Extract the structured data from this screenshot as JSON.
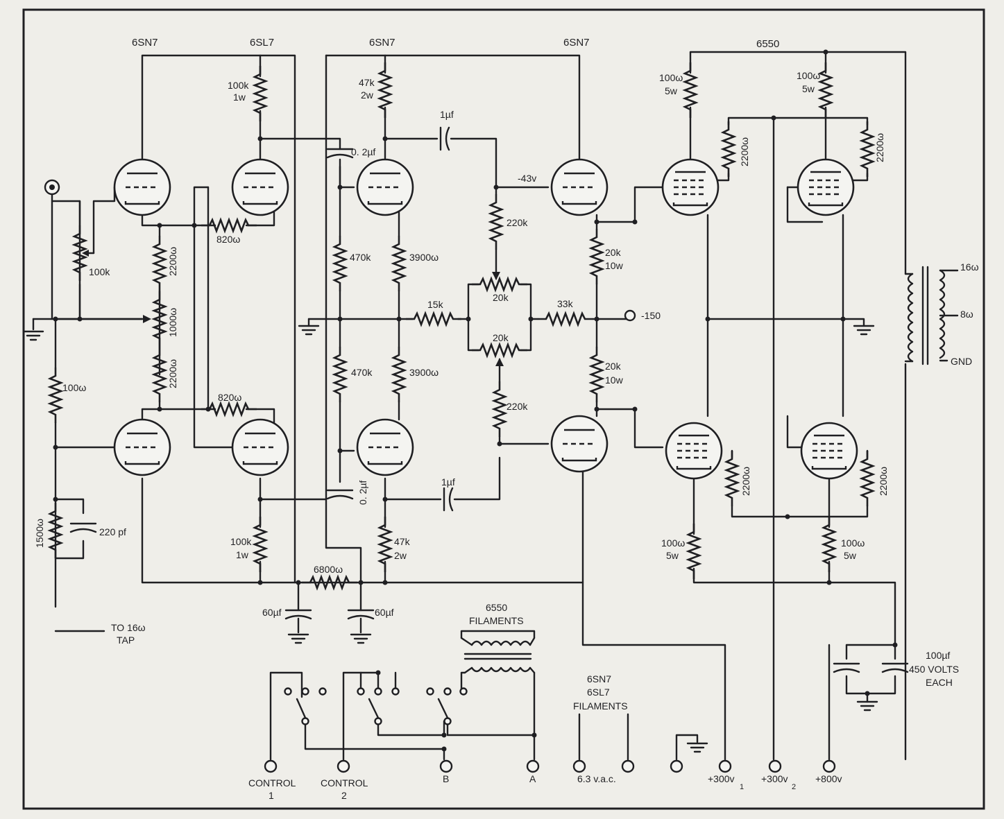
{
  "tubes": {
    "t1": "6SN7",
    "t2": "6SL7",
    "t3": "6SN7",
    "t4": "6SN7",
    "t5": "6550"
  },
  "components": {
    "r_100k_1w_a": [
      "100k",
      "1w"
    ],
    "r_47k_2w_a": [
      "47k",
      "2w"
    ],
    "c_1uf_a": "1µf",
    "c_02uf_a": "0. 2µf",
    "v_minus43": "-43v",
    "r_100w_5w_a": [
      "100ω",
      "5w"
    ],
    "r_100w_5w_b": [
      "100ω",
      "5w"
    ],
    "r_2200_a": "2200ω",
    "r_2200_b": "2200ω",
    "pot_100k": "100k",
    "r_820_a": "820ω",
    "r_2200_c": "2200ω",
    "r_1000": "1000ω",
    "r_2200_d": "2200ω",
    "r_820_b": "820ω",
    "r_100": "100ω",
    "r_470k_a": "470k",
    "r_3900_a": "3900ω",
    "r_470k_b": "470k",
    "r_3900_b": "3900ω",
    "r_220k_a": "220k",
    "r_15k": "15k",
    "pot_20k_a": "20k",
    "pot_20k_b": "20k",
    "r_33k": "33k",
    "r_220k_b": "220k",
    "r_20k_10w_a": [
      "20k",
      "10w"
    ],
    "r_20k_10w_b": [
      "20k",
      "10w"
    ],
    "v_minus150": "-150",
    "out_16": "16ω",
    "out_8": "8ω",
    "out_gnd": "GND",
    "r_1500": "1500ω",
    "c_220pf": "220 pf",
    "to_16_tap": [
      "TO 16ω",
      "TAP"
    ],
    "c_02uf_b": "0. 2µf",
    "c_1uf_b": "1µf",
    "r_100k_1w_b": [
      "100k",
      "1w"
    ],
    "r_47k_2w_b": [
      "47k",
      "2w"
    ],
    "r_6800": "6800ω",
    "c_60uf_a": "60µf",
    "c_60uf_b": "60µf",
    "r_2200_e": "2200ω",
    "r_2200_f": "2200ω",
    "r_100w_5w_c": [
      "100ω",
      "5w"
    ],
    "r_100w_5w_d": [
      "100ω",
      "5w"
    ],
    "fil_6550": [
      "6550",
      "FILAMENTS"
    ],
    "fil_6sn7": [
      "6SN7",
      "6SL7",
      "FILAMENTS"
    ],
    "c_100uf": [
      "100µf",
      "450 VOLTS",
      "EACH"
    ]
  },
  "terminals": {
    "control1": [
      "CONTROL",
      "1"
    ],
    "control2": [
      "CONTROL",
      "2"
    ],
    "b": "B",
    "a": "A",
    "vac": "6.3 v.a.c.",
    "v300_1": "+300v",
    "v300_1_sub": "1",
    "v300_2": "+300v",
    "v300_2_sub": "2",
    "v800": "+800v"
  }
}
